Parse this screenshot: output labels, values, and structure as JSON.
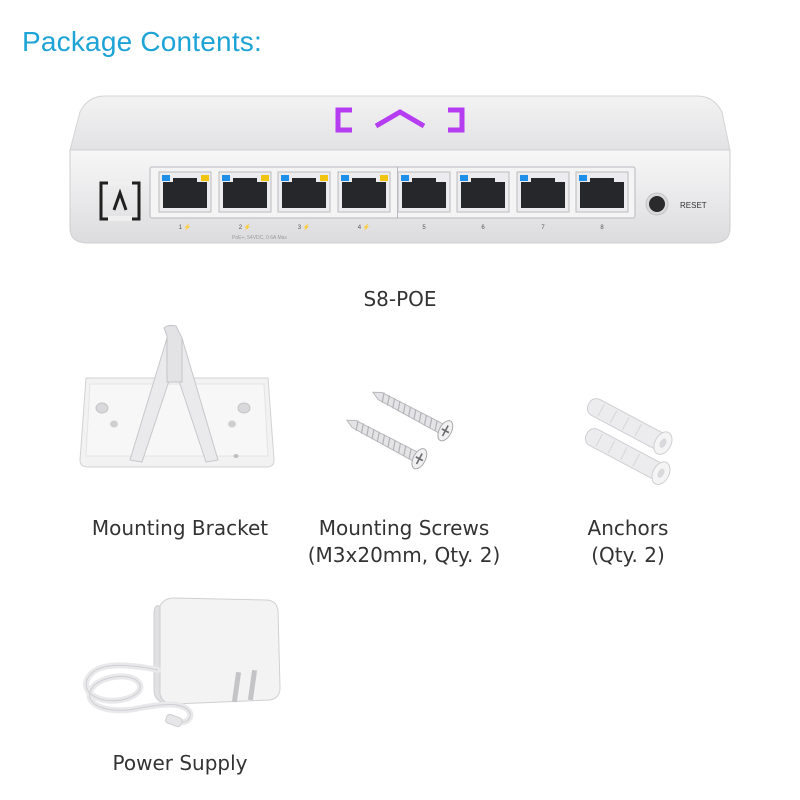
{
  "heading": "Package Contents:",
  "product": {
    "name": "S8-POE",
    "reset_label": "RESET",
    "poe_label": "PoE+, 54VDC, 0.6A Max",
    "port_labels": [
      "1",
      "2",
      "3",
      "4",
      "5",
      "6",
      "7",
      "8"
    ],
    "accent_color": "#b53cf0",
    "link_led_color": "#1e8fe8",
    "poe_led_color": "#f1c40f"
  },
  "items": {
    "bracket": {
      "label": "Mounting Bracket"
    },
    "screws": {
      "label": "Mounting Screws",
      "detail": "(M3x20mm, Qty. 2)"
    },
    "anchors": {
      "label": "Anchors",
      "detail": "(Qty. 2)"
    },
    "power": {
      "label": "Power Supply"
    }
  }
}
